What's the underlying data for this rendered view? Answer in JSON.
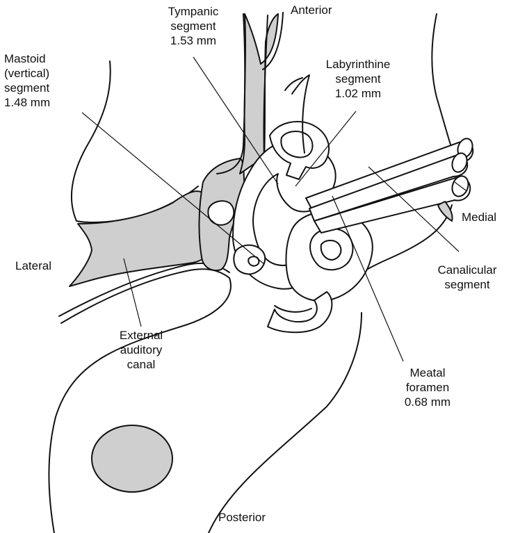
{
  "orientation": {
    "anterior": "Anterior",
    "posterior": "Posterior",
    "lateral": "Lateral",
    "medial": "Medial"
  },
  "labels": {
    "tympanic": {
      "line1": "Tympanic",
      "line2": "segment",
      "line3": "1.53 mm"
    },
    "mastoid": {
      "line1": "Mastoid",
      "line2": "(vertical)",
      "line3": "segment",
      "line4": "1.48 mm"
    },
    "labyrinthine": {
      "line1": "Labyrinthine",
      "line2": "segment",
      "line3": "1.02 mm"
    },
    "canalicular": {
      "line1": "Canalicular",
      "line2": "segment"
    },
    "eac": {
      "line1": "External",
      "line2": "auditory",
      "line3": "canal"
    },
    "meatal": {
      "line1": "Meatal",
      "line2": "foramen",
      "line3": "0.68 mm"
    }
  },
  "colors": {
    "shading": "#cfcfcf",
    "line": "#111111"
  }
}
